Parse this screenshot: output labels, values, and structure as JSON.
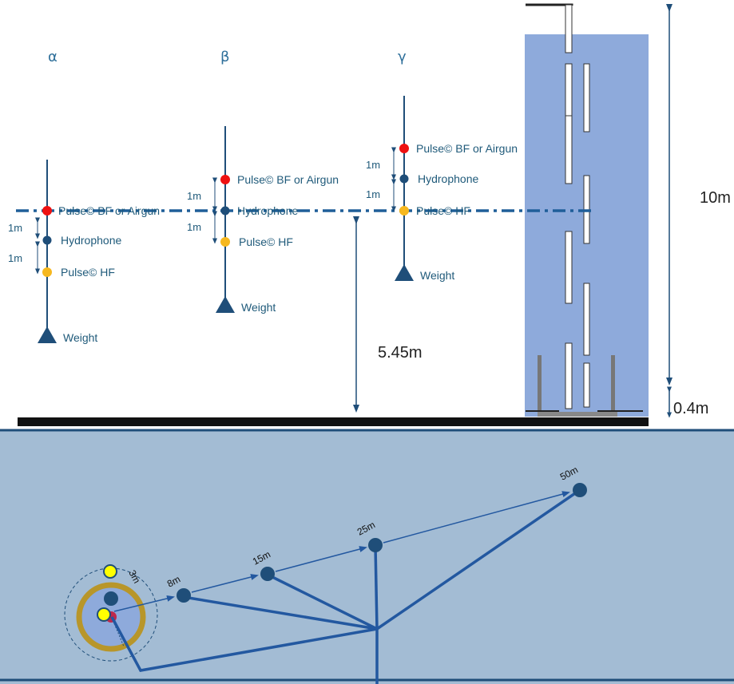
{
  "colors": {
    "rope": "#1f4e79",
    "red_source": "#ee1111",
    "hydrophone": "#1f4e79",
    "hf_source": "#f6b81f",
    "tank_water": "#8eaadb",
    "plan_bg": "#a3bcd4",
    "dashed_line": "#1f5e99",
    "ring": "#b8962a",
    "yellow_marker": "#ffff00"
  },
  "moorings": [
    {
      "id": "alpha",
      "symbol": "α",
      "source_label": "Pulse© BF or Airgun",
      "hydrophone_label": "Hydrophone",
      "hf_label": "Pulse© HF",
      "weight_label": "Weight",
      "spacing_top": "1m",
      "spacing_bottom": "1m"
    },
    {
      "id": "beta",
      "symbol": "β",
      "source_label": "Pulse© BF or Airgun",
      "hydrophone_label": "Hydrophone",
      "hf_label": "Pulse© HF",
      "weight_label": "Weight",
      "spacing_top": "1m",
      "spacing_bottom": "1m"
    },
    {
      "id": "gamma",
      "symbol": "γ",
      "source_label": "Pulse© BF or Airgun",
      "hydrophone_label": "Hydrophone",
      "hf_label": "Pulse© HF",
      "weight_label": "Weight",
      "spacing_top": "1m",
      "spacing_bottom": "1m"
    }
  ],
  "dimensions": {
    "depth_label": "5.45m",
    "tank_height_label": "10m",
    "tank_base_label": "0.4m"
  },
  "plan_view": {
    "distances": [
      "3m",
      "8m",
      "15m",
      "25m",
      "50m"
    ]
  }
}
